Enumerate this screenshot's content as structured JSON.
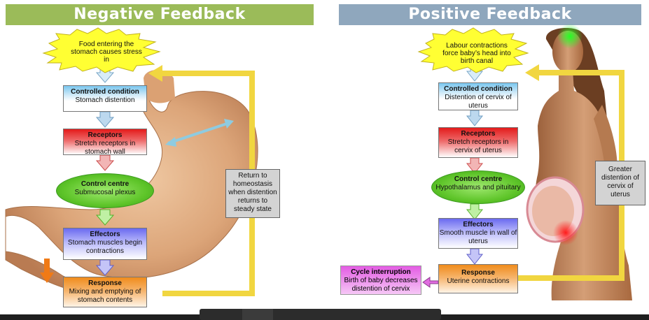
{
  "negative": {
    "title": "Negative Feedback",
    "stimulus": "Food entering the stomach causes stress in",
    "controlled_condition": {
      "title": "Controlled condition",
      "desc": "Stomach distention"
    },
    "receptors": {
      "title": "Receptors",
      "desc": "Stretch receptors in stomach wall"
    },
    "control_centre": {
      "title": "Control centre",
      "desc": "Submucosal plexus"
    },
    "effectors": {
      "title": "Effectors",
      "desc": "Stomach muscles begin contractions"
    },
    "response": {
      "title": "Response",
      "desc": "Mixing and emptying of stomach contents"
    },
    "feedback_note": "Return to homeostasis when distention returns to steady state"
  },
  "positive": {
    "title": "Positive Feedback",
    "stimulus": "Labour contractions force baby’s head into birth canal",
    "controlled_condition": {
      "title": "Controlled condition",
      "desc": "Distention of cervix of uterus"
    },
    "receptors": {
      "title": "Receptors",
      "desc": "Stretch receptors in cervix of uterus"
    },
    "control_centre": {
      "title": "Control centre",
      "desc": "Hypothalamus and pituitary"
    },
    "effectors": {
      "title": "Effectors",
      "desc": "Smooth muscle in wall of uterus"
    },
    "response": {
      "title": "Response",
      "desc": "Uterine contractions"
    },
    "feedback_note": "Greater distention of cervix of uterus",
    "interruption": {
      "title": "Cycle interruption",
      "desc": "Birth of baby decreases distention of cervix"
    }
  },
  "colors": {
    "negative_header": "#9bbb59",
    "positive_header": "#8fa7bd",
    "feedback_arrow": "#f5e36a",
    "stimulus_star": "#ffff33"
  }
}
